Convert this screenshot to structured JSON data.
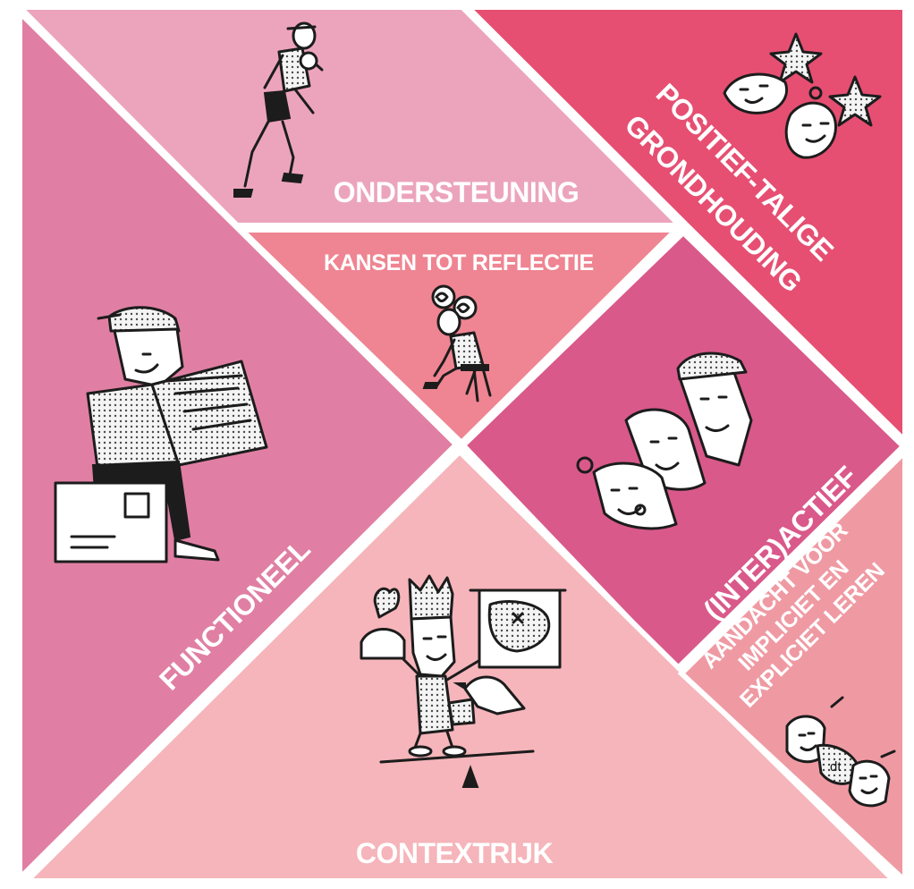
{
  "diagram": {
    "colors": {
      "background": "#ffffff",
      "functioneel": "#e07fa3",
      "ondersteuning": "#eca4bd",
      "positief": "#e64f72",
      "reflectie": "#ef8592",
      "interactief": "#d9598a",
      "contextrijk": "#f5b5ba",
      "aandacht": "#ef9aa3",
      "ink": "#1c1c1c",
      "label": "#ffffff"
    },
    "sections": {
      "functioneel": {
        "label": "FUNCTIONEEL",
        "icon": "reading-man-on-parcel-icon"
      },
      "ondersteuning": {
        "label": "ONDERSTEUNING",
        "icon": "piggyback-figures-icon"
      },
      "positief": {
        "label_lines": [
          "POSITIEF-TALIGE",
          "GRONDHOUDING"
        ],
        "icon": "stars-and-faces-icon"
      },
      "reflectie": {
        "label": "KANSEN TOT REFLECTIE",
        "icon": "thinking-woman-on-stool-icon"
      },
      "interactief": {
        "label": "(INTER)ACTIEF",
        "icon": "group-of-heads-icon"
      },
      "contextrijk": {
        "label": "CONTEXTRIJK",
        "icon": "king-teacher-with-map-icon"
      },
      "aandacht": {
        "label_lines": [
          "AANDACHT VOOR",
          "IMPLICIET EN",
          "EXPLICIET LEREN"
        ],
        "icon": "two-faces-talking-icon",
        "glyph": "dt"
      }
    }
  }
}
